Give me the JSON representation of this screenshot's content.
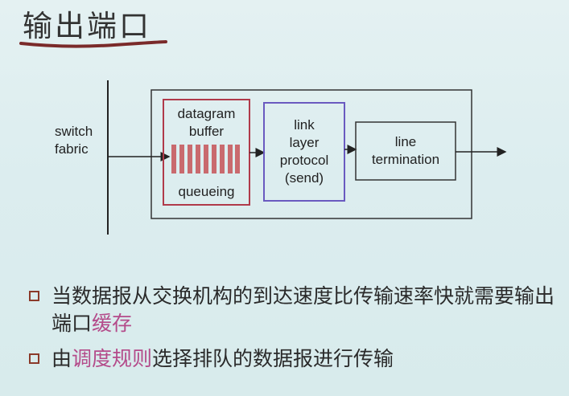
{
  "title": "输出端口",
  "diagram": {
    "switch_fabric": "switch\nfabric",
    "buffer_top": "datagram\nbuffer",
    "buffer_bottom": "queueing",
    "link_layer": "link\nlayer\nprotocol\n(send)",
    "line_termination": "line\ntermination"
  },
  "bullets": [
    {
      "text_before": "当数据报从交换机构的到达速度比传输速率快就需要输出端口",
      "highlight": "缓存",
      "text_after": ""
    },
    {
      "text_before": "由",
      "highlight": "调度规则",
      "text_after": "选择排队的数据报进行传输"
    }
  ],
  "colors": {
    "buffer_border": "#b03a4a",
    "buffer_slots": "#c96a6e",
    "link_border": "#6a5ac0",
    "highlight": "#b44b8a",
    "title_underline": "#7a2a2a"
  }
}
